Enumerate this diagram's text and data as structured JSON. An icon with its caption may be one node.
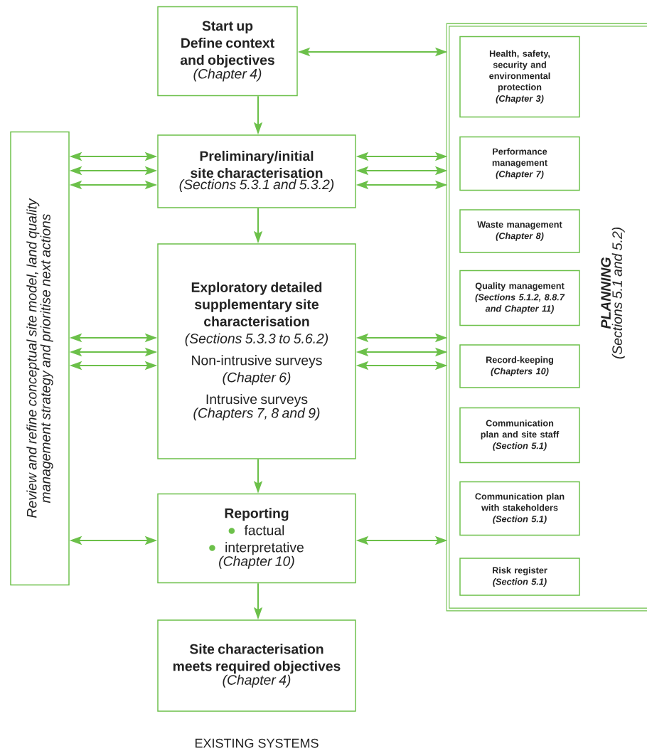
{
  "diagram": {
    "nodes": [
      {
        "text": [
          "Start up",
          "Define context and objectives",
          "(Chapter 4)"
        ]
      },
      {
        "text": [
          "Preliminary/initial site characterisation",
          "(Sections 5.3.1 and 5.3.2)"
        ]
      },
      {
        "text": [
          "Exploratory detailed supplementary site characterisation",
          "(Sections 5.3.3 to 5.6.2)",
          "Non-intrusive surveys",
          "(Chapter 6)",
          "Intrusive surveys",
          "(Chapters 7, 8 and 9)"
        ]
      },
      {
        "text": [
          "Reporting",
          "factual",
          "interpretative",
          "(Chapter 10)"
        ]
      },
      {
        "text": [
          "Site characterisation meets required objectives",
          "(Chapter 4)"
        ]
      },
      {
        "text": [
          "Review and refine conceptual site model, land quality management strategy and prioritise next actions"
        ]
      },
      {
        "text": [
          "PLANNING",
          "(Sections 5.1 and 5.2)"
        ]
      },
      {
        "text": [
          "Health, safety, security and environmental protection",
          "(Chapter 3)"
        ],
        "in": 6
      },
      {
        "text": [
          "Performance management",
          "(Chapter 7)"
        ],
        "in": 6
      },
      {
        "text": [
          "Waste management",
          "(Chapter 8)"
        ],
        "in": 6
      },
      {
        "text": [
          "Quality management",
          "(Sections 5.1.2, 8.8.7 and Chapter 11)"
        ],
        "in": 6
      },
      {
        "text": [
          "Record-keeping",
          "(Chapters 10)"
        ],
        "in": 6
      },
      {
        "text": [
          "Communication plan and site staff",
          "(Section 5.1)"
        ],
        "in": 6
      },
      {
        "text": [
          "Communication plan with stakeholders",
          "(Section 5.1)"
        ],
        "in": 6
      },
      {
        "text": [
          "Risk register",
          "(Section 5.1)"
        ],
        "in": 6
      }
    ],
    "edges": [
      {
        "from": 0,
        "to": 1,
        "arrow": "to"
      },
      {
        "from": 1,
        "to": 2,
        "arrow": "to"
      },
      {
        "from": 2,
        "to": 3,
        "arrow": "to"
      },
      {
        "from": 3,
        "to": 4,
        "arrow": "to"
      },
      {
        "from": 0,
        "to": 6,
        "arrow": "both"
      },
      {
        "from": 5,
        "to": 1,
        "arrow": "both"
      },
      {
        "from": 5,
        "to": 1,
        "arrow": "both"
      },
      {
        "from": 5,
        "to": 1,
        "arrow": "both"
      },
      {
        "from": 1,
        "to": 6,
        "arrow": "both"
      },
      {
        "from": 1,
        "to": 6,
        "arrow": "both"
      },
      {
        "from": 1,
        "to": 6,
        "arrow": "both"
      },
      {
        "from": 5,
        "to": 2,
        "arrow": "both"
      },
      {
        "from": 5,
        "to": 2,
        "arrow": "both"
      },
      {
        "from": 5,
        "to": 2,
        "arrow": "both"
      },
      {
        "from": 2,
        "to": 6,
        "arrow": "both"
      },
      {
        "from": 2,
        "to": 6,
        "arrow": "both"
      },
      {
        "from": 2,
        "to": 6,
        "arrow": "both"
      },
      {
        "from": 5,
        "to": 3,
        "arrow": "both"
      },
      {
        "from": 3,
        "to": 6,
        "arrow": "both"
      }
    ],
    "labels": [
      "EXISTING SYSTEMS"
    ]
  }
}
